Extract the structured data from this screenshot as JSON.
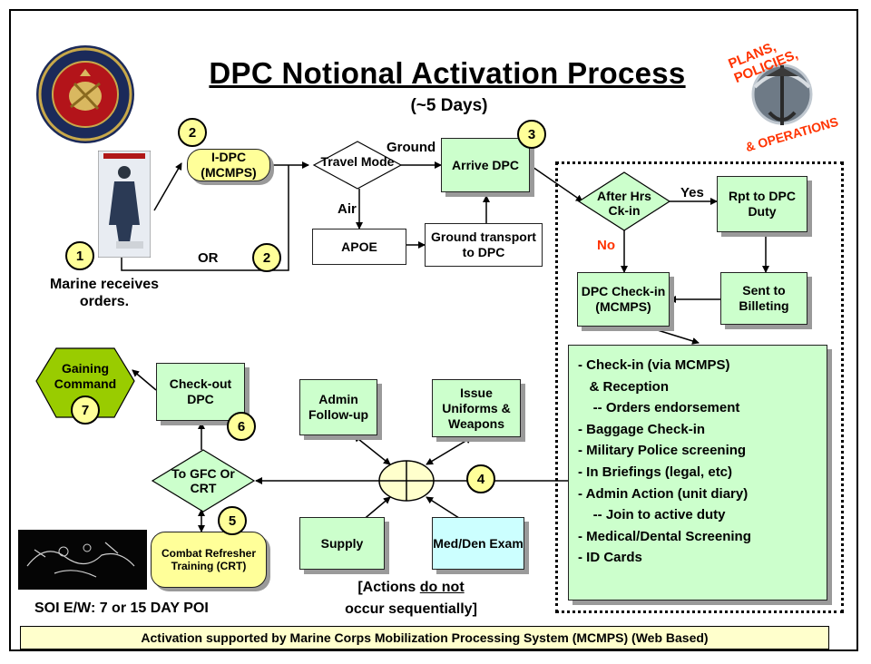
{
  "title": "DPC Notional Activation Process",
  "subtitle": "(~5 Days)",
  "logos": {
    "left": "department-of-the-navy-seal",
    "right_lines": [
      "PLANS, POLICIES,",
      "& OPERATIONS"
    ]
  },
  "nodes": {
    "idpc": "I-DPC (MCMPS)",
    "travel_mode": "Travel Mode",
    "arrive_dpc": "Arrive DPC",
    "apoe": "APOE",
    "ground_transport": "Ground transport to DPC",
    "after_hrs": "After Hrs Ck-in",
    "rpt_duty": "Rpt to DPC Duty",
    "sent_billeting": "Sent to Billeting",
    "dpc_checkin": "DPC Check-in (MCMPS)",
    "admin_followup": "Admin Follow-up",
    "issue_uniforms": "Issue Uniforms & Weapons",
    "supply": "Supply",
    "med_den": "Med/Den Exam",
    "checkout_dpc": "Check-out DPC",
    "gaining_command": "Gaining Command",
    "to_gfc": "To GFC Or CRT",
    "crt": "Combat Refresher Training (CRT)"
  },
  "labels": {
    "ground": "Ground",
    "air": "Air",
    "or": "OR",
    "yes": "Yes",
    "no": "No",
    "marine_receives": "Marine receives orders.",
    "soi": "SOI E/W:  7 or 15 DAY POI",
    "actions_pre": "[Actions ",
    "actions_under": "do not",
    "actions_post": "occur sequentially]"
  },
  "badges": [
    "1",
    "2",
    "2",
    "3",
    "4",
    "5",
    "6",
    "7"
  ],
  "checkin_list": [
    "- Check-in (via MCMPS)",
    "   & Reception",
    "    -- Orders endorsement",
    "- Baggage Check-in",
    "- Military Police screening",
    "- In Briefings (legal, etc)",
    "- Admin Action (unit diary)",
    "    -- Join to active duty",
    "- Medical/Dental Screening",
    "- ID Cards"
  ],
  "footer": "Activation supported by Marine Corps Mobilization Processing System (MCMPS) (Web Based)",
  "colors": {
    "green": "#ccffcc",
    "yellow": "#ffff99",
    "blue": "#ccffff",
    "olive": "#99cc00",
    "red": "#ff3300",
    "footer": "#ffffcc"
  }
}
